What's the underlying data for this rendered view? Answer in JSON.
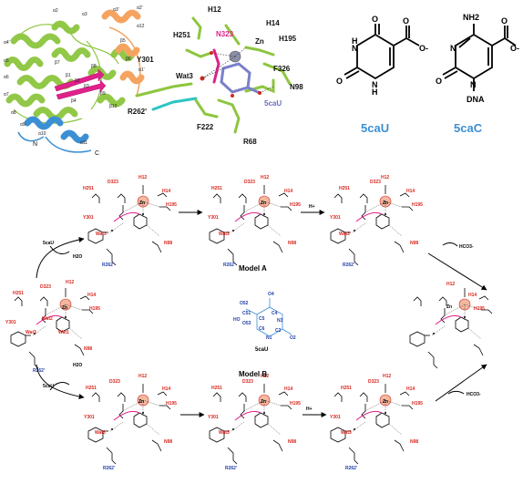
{
  "panel_a": {
    "helix_labels": [
      "α2",
      "α3",
      "α4'",
      "α5",
      "α6",
      "α7",
      "α8",
      "α9",
      "α10",
      "α11",
      "α12",
      "α1'",
      "α2'",
      "α3'",
      "β1",
      "β2",
      "β3",
      "β4",
      "β5",
      "β6",
      "β7",
      "β8",
      "β9",
      "β10"
    ],
    "terminus_n": "N",
    "terminus_c": "C"
  },
  "panel_b": {
    "residues": [
      "H12",
      "H14",
      "H195",
      "H251",
      "N323",
      "Zn",
      "Y301",
      "Wat3",
      "F326",
      "N98",
      "5caU",
      "R262'",
      "F222",
      "R68"
    ]
  },
  "panel_c": {
    "mol1_name": "5caU",
    "mol2_name": "5caC",
    "atoms": {
      "o": "O",
      "n": "N",
      "h": "H",
      "nh2": "NH2",
      "o_minus": "O-",
      "dna": "DNA"
    }
  },
  "mechanism": {
    "residue_labels": {
      "h12": "H12",
      "h14": "H14",
      "h195": "H195",
      "h251": "H251",
      "d323": "D323",
      "zn": "Zn",
      "y301": "Y301",
      "wat3": "Wat3",
      "wat2": "Wat2",
      "wat1": "Wat1",
      "n98": "N98",
      "r262": "R262'"
    },
    "model_a": "Model A",
    "model_b": "Model B",
    "substrate": "5caU",
    "water": "H2O",
    "proton": "H+",
    "bicarbonate": "HCO3-",
    "atom_labels": [
      "O4",
      "O52",
      "C51",
      "O53",
      "C5",
      "C4",
      "N3",
      "C2",
      "O2",
      "C6",
      "N1"
    ],
    "ho_label": "HO"
  },
  "colors": {
    "green": "#8dc63f",
    "orange": "#f4a460",
    "blue": "#3b8fd4",
    "magenta": "#e0218a",
    "red": "#d7261e",
    "navy": "#1f3fa8",
    "zinc": "#f2b8a0",
    "cyan": "#2ec4c4"
  }
}
